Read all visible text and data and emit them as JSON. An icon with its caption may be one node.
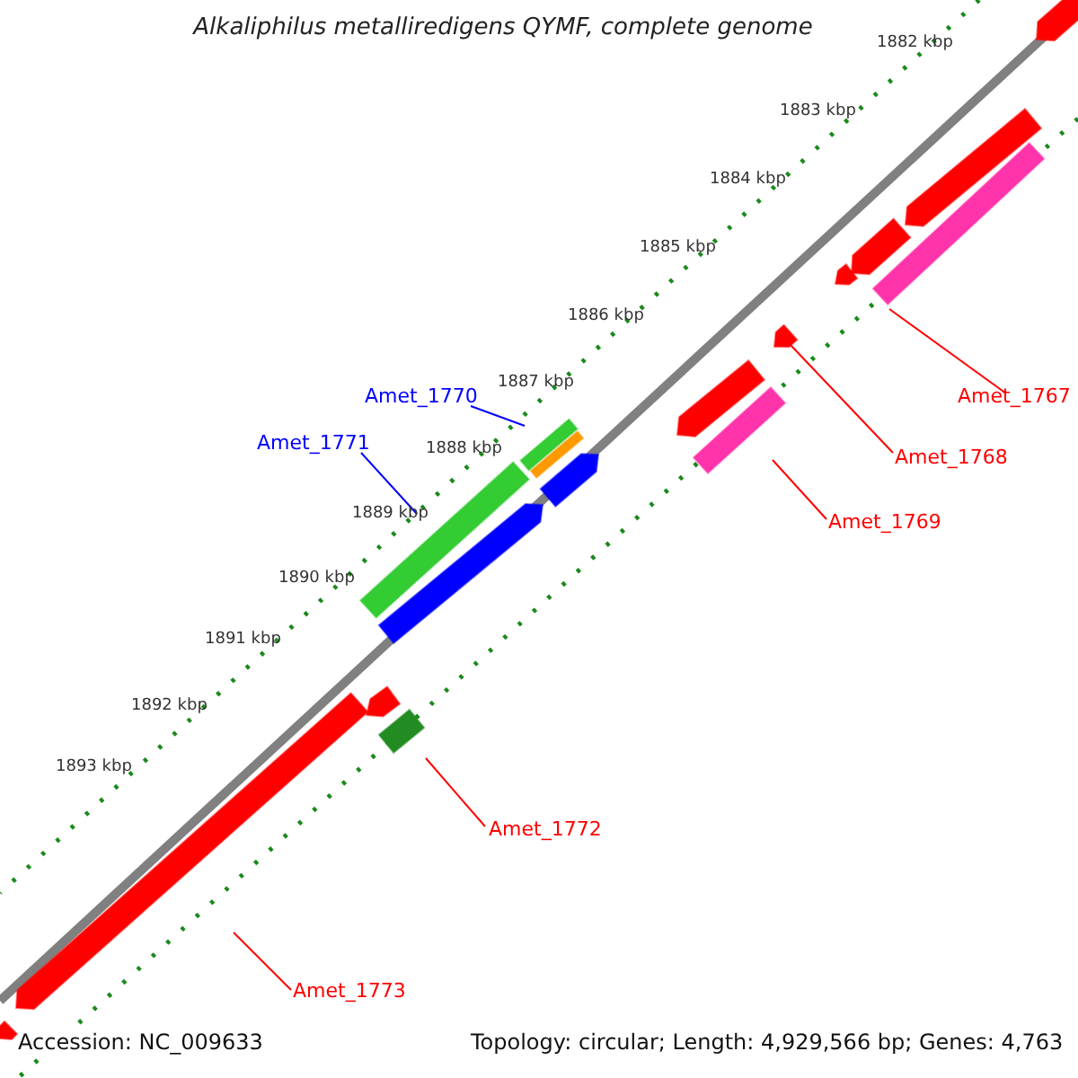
{
  "diagram": {
    "title": "Alkaliphilus metalliredigens QYMF, complete genome",
    "nodes": [
      {
        "text": [
          "Amet_1770"
        ]
      },
      {
        "text": [
          "Amet_1771"
        ]
      },
      {
        "text": [
          "Amet_1767"
        ]
      },
      {
        "text": [
          "Amet_1768"
        ]
      },
      {
        "text": [
          "Amet_1769"
        ]
      },
      {
        "text": [
          "Amet_1772"
        ]
      },
      {
        "text": [
          "Amet_1773"
        ]
      },
      {
        "text": [],
        "shape": "bar"
      },
      {
        "text": [],
        "shape": "bar"
      },
      {
        "text": [],
        "shape": "bar"
      },
      {
        "text": [],
        "shape": "bar"
      },
      {
        "text": [],
        "shape": "bar"
      },
      {
        "text": [],
        "shape": "bar"
      },
      {
        "text": [],
        "shape": "bar"
      },
      {
        "text": [],
        "shape": "bar"
      },
      {
        "text": [],
        "shape": "bar"
      },
      {
        "text": [],
        "shape": "bar"
      },
      {
        "text": [],
        "shape": "bar"
      },
      {
        "text": [],
        "shape": "bar"
      },
      {
        "text": [],
        "shape": "bar"
      },
      {
        "text": [],
        "shape": "bar"
      },
      {
        "text": [],
        "shape": "bar"
      },
      {
        "text": [],
        "shape": "bar"
      },
      {
        "text": [],
        "shape": "bar"
      }
    ],
    "edges": [
      {
        "from": 0,
        "to": 15,
        "arrow": "none",
        "color": "#0000ff"
      },
      {
        "from": 1,
        "to": 18,
        "arrow": "none",
        "color": "#0000ff"
      },
      {
        "from": 2,
        "to": 9,
        "arrow": "none"
      },
      {
        "from": 3,
        "to": 12,
        "arrow": "none"
      },
      {
        "from": 4,
        "to": 14,
        "arrow": "none"
      },
      {
        "from": 5,
        "to": 21,
        "arrow": "none"
      },
      {
        "from": 6,
        "to": 22,
        "arrow": "none"
      }
    ],
    "labels": [
      "1882 kbp",
      "1883 kbp",
      "1884 kbp",
      "1885 kbp",
      "1886 kbp",
      "1887 kbp",
      "1888 kbp",
      "1889 kbp",
      "1890 kbp",
      "1891 kbp",
      "1892 kbp",
      "1893 kbp",
      "Accession: NC_009633",
      "Topology: circular; Length: 4,929,566 bp; Genes: 4,763"
    ]
  }
}
